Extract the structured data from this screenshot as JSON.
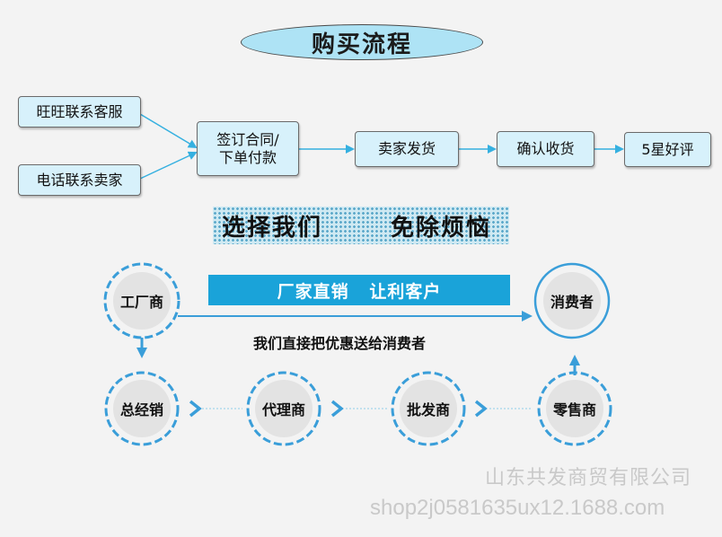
{
  "title": "购买流程",
  "flow": {
    "contact_ww": "旺旺联系客服",
    "contact_phone": "电话联系卖家",
    "sign_line1": "签订合同/",
    "sign_line2": "下单付款",
    "ship": "卖家发货",
    "confirm": "确认收货",
    "review": "5星好评"
  },
  "banner": {
    "left": "选择我们",
    "right": "免除烦恼"
  },
  "direct_bar": "厂家直销   让利客户",
  "direct_sub": "我们直接把优惠送给消费者",
  "nodes": {
    "factory": "工厂商",
    "consumer": "消费者",
    "distributor": "总经销",
    "agent": "代理商",
    "wholesaler": "批发商",
    "retailer": "零售商"
  },
  "watermark": {
    "company": "山东共发商贸有限公司",
    "shop": "shop2j0581635ux12.1688.com"
  },
  "colors": {
    "accent": "#1aa3d9",
    "ring": "#3a9ed9",
    "box_fill": "#d7f1fb",
    "pill_fill": "#aee3f5"
  }
}
